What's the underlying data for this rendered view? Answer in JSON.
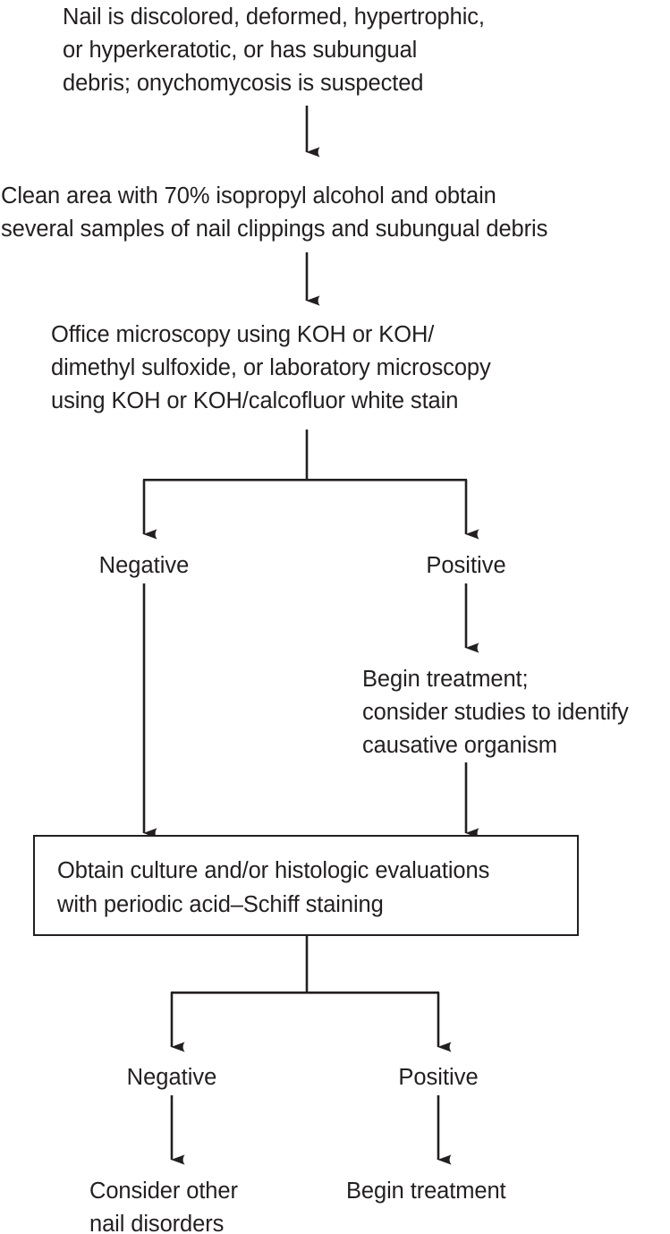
{
  "diagram": {
    "title": "Onychomycosis diagnostic algorithm flowchart",
    "colors": {
      "text": "#231f20",
      "line": "#231f20",
      "background": "#ffffff"
    },
    "nodes": {
      "n1": {
        "id": "clinical-presentation",
        "lines": [
          "Nail is discolored, deformed, hypertrophic,",
          "or hyperkeratotic, or has subungual",
          "debris; onychomycosis is suspected"
        ]
      },
      "n2": {
        "id": "specimen-collection",
        "lines": [
          "Clean area with 70% isopropyl alcohol and obtain",
          "several samples of nail clippings and subungual debris"
        ]
      },
      "n3": {
        "id": "microscopy",
        "lines": [
          "Office microscopy using KOH or KOH/",
          "dimethyl sulfoxide, or laboratory microscopy",
          "using KOH or KOH/calcofluor white stain"
        ]
      },
      "n4": {
        "id": "microscopy-negative",
        "lines": [
          "Negative"
        ]
      },
      "n5": {
        "id": "microscopy-positive",
        "lines": [
          "Positive"
        ]
      },
      "n6": {
        "id": "begin-treatment-identify-organism",
        "lines": [
          "Begin treatment;",
          "consider studies to identify",
          "causative organism"
        ]
      },
      "n7": {
        "id": "culture-histology-box",
        "lines": [
          "Obtain culture and/or histologic evaluations",
          "with periodic acid–Schiff staining"
        ]
      },
      "n8": {
        "id": "culture-negative",
        "lines": [
          "Negative"
        ]
      },
      "n9": {
        "id": "culture-positive",
        "lines": [
          "Positive"
        ]
      },
      "n10": {
        "id": "consider-other-nail-disorders",
        "lines": [
          "Consider other",
          "nail disorders"
        ]
      },
      "n11": {
        "id": "begin-treatment",
        "lines": [
          "Begin treatment"
        ]
      }
    },
    "edges": [
      {
        "id": "edge-presentation-to-collection",
        "from": "n1",
        "to": "n2",
        "kind": "arrow-down"
      },
      {
        "id": "edge-collection-to-microscopy",
        "from": "n2",
        "to": "n3",
        "kind": "arrow-down"
      },
      {
        "id": "edge-microscopy-split",
        "from": "n3",
        "to": [
          "n4",
          "n5"
        ],
        "kind": "split-down"
      },
      {
        "id": "edge-microscopy-negative-to-box",
        "from": "n4",
        "to": "n7",
        "kind": "arrow-down"
      },
      {
        "id": "edge-microscopy-positive-to-treatment",
        "from": "n5",
        "to": "n6",
        "kind": "arrow-down"
      },
      {
        "id": "edge-treatment-to-box",
        "from": "n6",
        "to": "n7",
        "kind": "arrow-down"
      },
      {
        "id": "edge-box-split",
        "from": "n7",
        "to": [
          "n8",
          "n9"
        ],
        "kind": "split-down"
      },
      {
        "id": "edge-culture-negative-to-other",
        "from": "n8",
        "to": "n10",
        "kind": "arrow-down"
      },
      {
        "id": "edge-culture-positive-to-treatment",
        "from": "n9",
        "to": "n11",
        "kind": "arrow-down"
      }
    ]
  }
}
